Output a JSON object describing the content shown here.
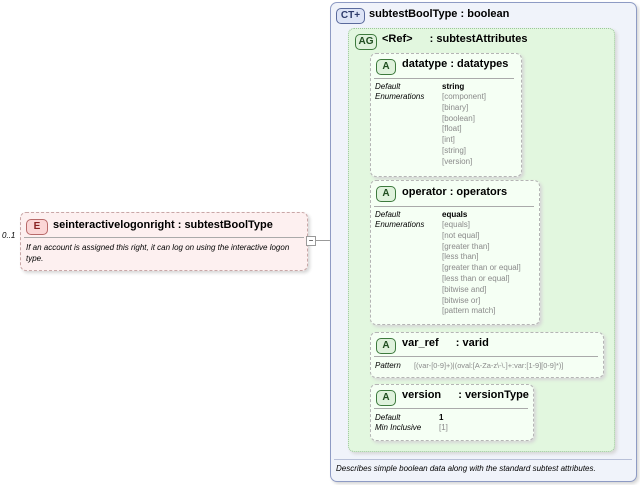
{
  "element": {
    "badge": "E",
    "occurrence": "0..1",
    "name": "seinteractivelogonright",
    "type_sep": ":",
    "type": "subtestBoolType",
    "doc": "If an account is assigned this right, it can log on using the interactive logon type."
  },
  "complex_type": {
    "badge": "CT",
    "badge_plus": "+",
    "name": "subtestBoolType",
    "type_sep": ":",
    "type": "boolean",
    "doc": "Describes simple boolean data along with the standard subtest attributes."
  },
  "attr_group": {
    "badge": "AG",
    "name": "<Ref>",
    "type_sep": ":",
    "type": "subtestAttributes"
  },
  "attributes": [
    {
      "badge": "A",
      "name": "datatype",
      "type_sep": ":",
      "type": "datatypes",
      "default_label": "Default",
      "default_value": "string",
      "enum_label": "Enumerations",
      "enumerations": [
        "[component]",
        "[binary]",
        "[boolean]",
        "[float]",
        "[int]",
        "[string]",
        "[version]"
      ]
    },
    {
      "badge": "A",
      "name": "operator",
      "type_sep": ":",
      "type": "operators",
      "default_label": "Default",
      "default_value": "equals",
      "enum_label": "Enumerations",
      "enumerations": [
        "[equals]",
        "[not equal]",
        "[greater than]",
        "[less than]",
        "[greater than or equal]",
        "[less than or equal]",
        "[bitwise and]",
        "[bitwise or]",
        "[pattern match]"
      ]
    },
    {
      "badge": "A",
      "name": "var_ref",
      "type_sep": ":",
      "type": "varid",
      "pattern_label": "Pattern",
      "pattern_value": "[(var-[0-9]+)|(oval:[A-Za-z\\-\\.]+:var:[1-9][0-9]*)]"
    },
    {
      "badge": "A",
      "name": "version",
      "type_sep": ":",
      "type": "versionType",
      "default_label": "Default",
      "default_value": "1",
      "min_label": "Min Inclusive",
      "min_value": "[1]"
    }
  ]
}
